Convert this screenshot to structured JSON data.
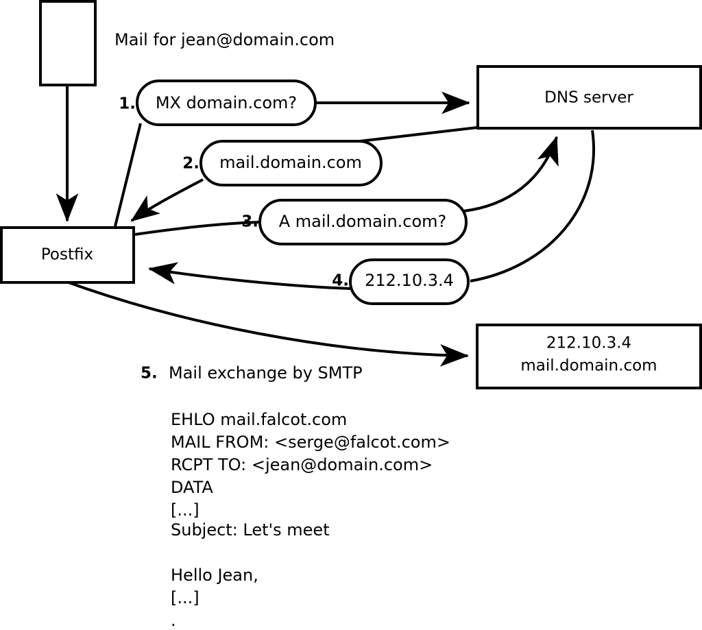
{
  "diagram": {
    "title_label": "Mail for jean@domain.com",
    "nodes": [
      {
        "id": "mail-source",
        "label": ""
      },
      {
        "id": "postfix",
        "label": "Postfix"
      },
      {
        "id": "dns-server",
        "label": "DNS server"
      },
      {
        "id": "destination-server",
        "line1": "212.10.3.4",
        "line2": "mail.domain.com"
      }
    ],
    "steps": [
      {
        "num": "1.",
        "label": "MX domain.com?"
      },
      {
        "num": "2.",
        "label": "mail.domain.com"
      },
      {
        "num": "3.",
        "label": "A mail.domain.com?"
      },
      {
        "num": "4.",
        "label": "212.10.3.4"
      }
    ],
    "step5": {
      "num": "5.",
      "label": "Mail exchange by SMTP"
    },
    "transcript": [
      "EHLO mail.falcot.com",
      "MAIL FROM: <serge@falcot.com>",
      "RCPT TO: <jean@domain.com>",
      "DATA",
      "[...]",
      "Subject: Let's meet",
      "",
      "Hello Jean,",
      "[...]",
      "",
      "."
    ],
    "colors": {
      "stroke": "#000000",
      "fill": "#ffffff",
      "text": "#000000"
    }
  }
}
